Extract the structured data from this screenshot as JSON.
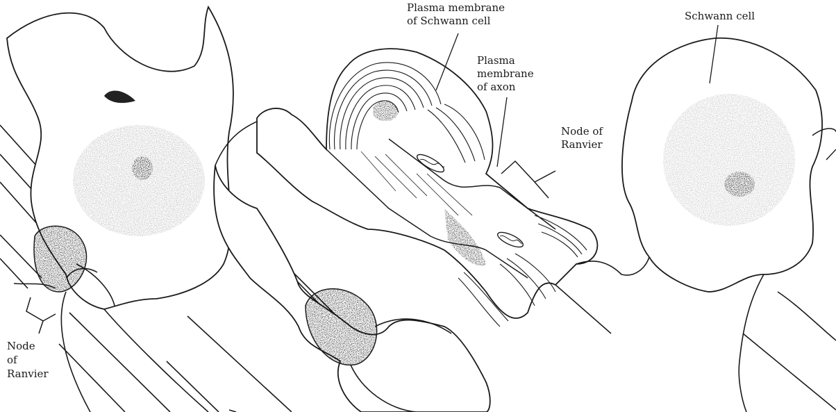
{
  "labels": {
    "plasma_membrane_schwann": "Plasma membrane\nof Schwann cell",
    "plasma_membrane_axon": "Plasma\nmembrane\nof axon",
    "node_of_ranvier_center": "Node of\nRanvier",
    "schwann_cell": "Schwann cell",
    "node_of_ranvier_left": "Node\nof\nRanvier"
  },
  "colors": {
    "ink": "#1a1a1a",
    "background": "#ffffff",
    "stipple": "#555555"
  }
}
